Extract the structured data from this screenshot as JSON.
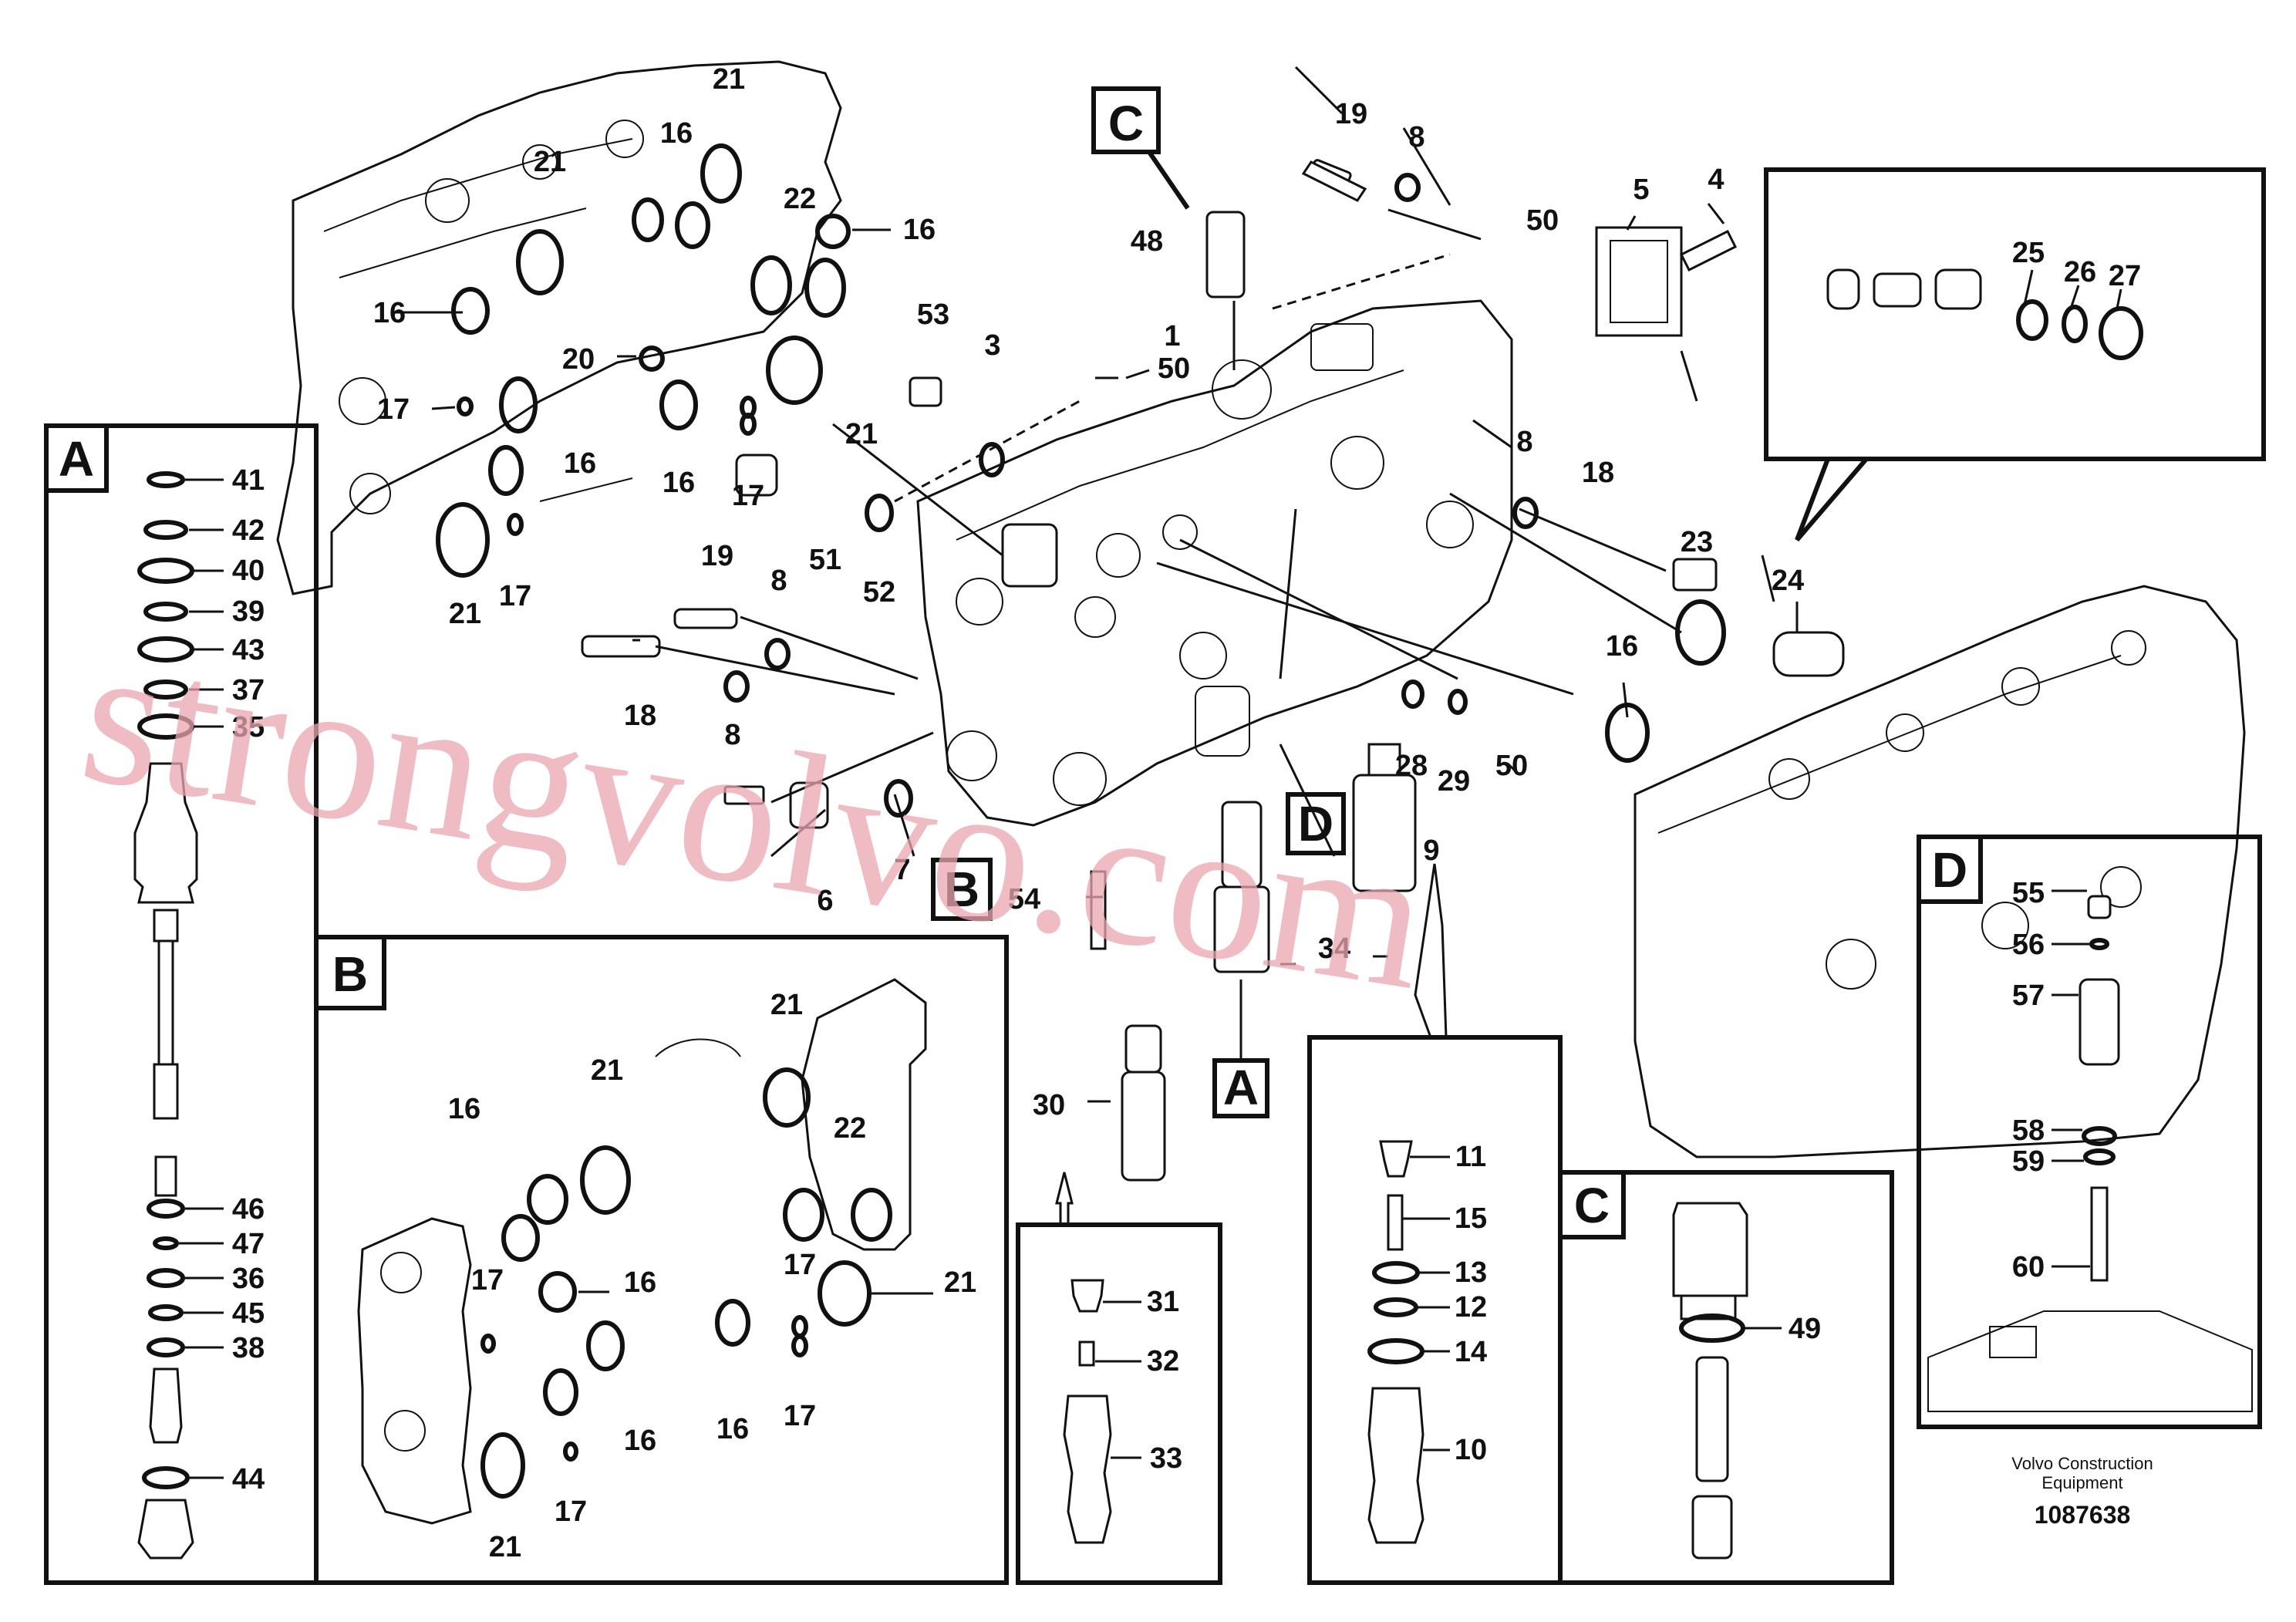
{
  "callouts": {
    "c1": "1",
    "c3": "3",
    "c4": "4",
    "c5": "5",
    "c6": "6",
    "c7": "7",
    "c8": "8",
    "c9": "9",
    "c10": "10",
    "c11": "11",
    "c12": "12",
    "c13": "13",
    "c14": "14",
    "c15": "15",
    "c16": "16",
    "c17": "17",
    "c18": "18",
    "c19": "19",
    "c20": "20",
    "c21": "21",
    "c22": "22",
    "c23": "23",
    "c24": "24",
    "c25": "25",
    "c26": "26",
    "c27": "27",
    "c28": "28",
    "c29": "29",
    "c30": "30",
    "c31": "31",
    "c32": "32",
    "c33": "33",
    "c34": "34",
    "c35": "35",
    "c36": "36",
    "c37": "37",
    "c38": "38",
    "c39": "39",
    "c40": "40",
    "c41": "41",
    "c42": "42",
    "c43": "43",
    "c44": "44",
    "c45": "45",
    "c46": "46",
    "c47": "47",
    "c48": "48",
    "c49": "49",
    "c50": "50",
    "c51": "51",
    "c52": "52",
    "c53": "53",
    "c54": "54",
    "c55": "55",
    "c56": "56",
    "c57": "57",
    "c58": "58",
    "c59": "59",
    "c60": "60"
  },
  "detail_letters": {
    "a": "A",
    "b": "B",
    "c": "C",
    "d": "D"
  },
  "footer": {
    "company_line1": "Volvo Construction",
    "company_line2": "Equipment",
    "drawing_number": "1087638"
  },
  "watermark": "strongvolvo.com"
}
